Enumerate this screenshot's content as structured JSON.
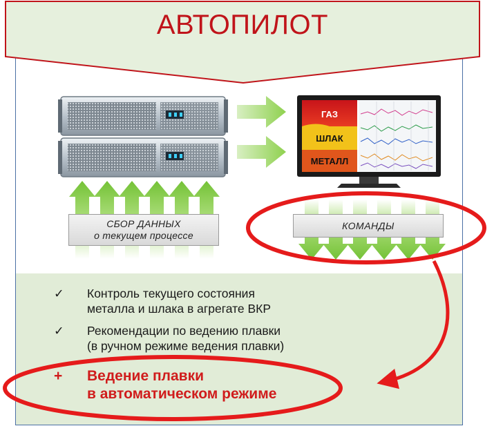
{
  "title": "АВТОПИЛОТ",
  "collect_box": {
    "line1": "СБОР ДАННЫХ",
    "line2": "о текущем процессе"
  },
  "commands_box": {
    "label": "КОМАНДЫ"
  },
  "screen": {
    "layers": [
      "ГАЗ",
      "ШЛАК",
      "МЕТАЛЛ"
    ]
  },
  "features": [
    {
      "mark": "✓",
      "line1": "Контроль текущего состояния",
      "line2": "металла и шлака в агрегате ВКР"
    },
    {
      "mark": "✓",
      "line1": "Рекомендации по ведению плавки",
      "line2": "(в ручном режиме ведения плавки)"
    }
  ],
  "highlight": {
    "mark": "+",
    "line1": "Ведение плавки",
    "line2": "в автоматическом режиме"
  },
  "colors": {
    "title_text": "#c0141a",
    "accent_red": "#e51b1b",
    "arrow_green": "#8fd14f",
    "panel_green": "#e1ecd7",
    "banner_fill": "#e6f0dd",
    "frame_blue": "#4a6fa5"
  },
  "icons": [
    "server-rack-icon",
    "monitor-icon",
    "check-icon",
    "plus-icon"
  ]
}
